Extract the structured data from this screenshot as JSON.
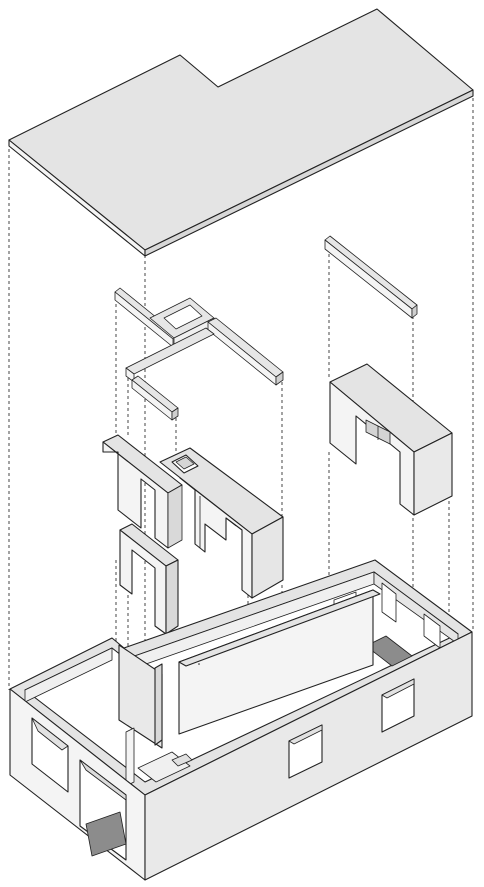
{
  "figure": {
    "kind": "exploded-axonometric",
    "parts": [
      "roof-slab",
      "upper-beams",
      "upper-walls",
      "ground-floor-shell"
    ]
  },
  "colors": {
    "background": "#ffffff",
    "stroke": "#222222",
    "face_top": "#e4e4e4",
    "face_light": "#f4f4f4",
    "face_mid": "#e9e9e9",
    "face_shade": "#cfcfcf",
    "opening_dark": "#8c8c8c"
  }
}
